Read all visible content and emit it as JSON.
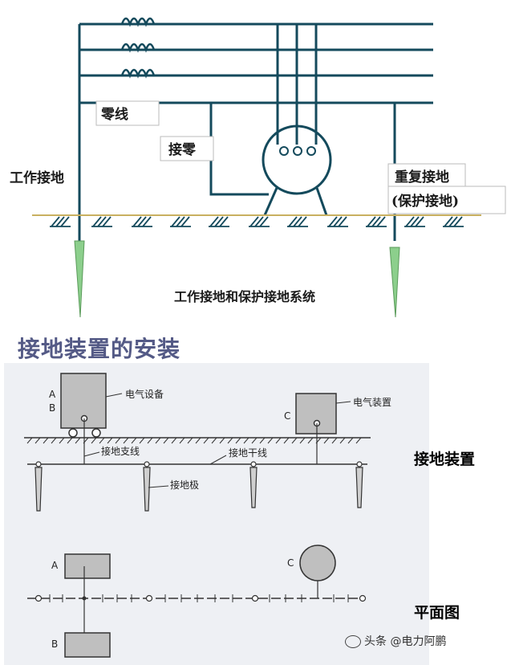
{
  "top_diagram": {
    "neutral_label": "零线",
    "neutral_connection_label": "接零",
    "working_ground_label": "工作接地",
    "repeat_ground_label": "重复接地",
    "protective_ground_label": "(保护接地)",
    "caption": "工作接地和保护接地系统"
  },
  "section_title": "接地装置的安装",
  "grounding_device": {
    "side_label": "接地装置",
    "phase_a": "A",
    "phase_b": "B",
    "phase_c": "C",
    "equipment_label": "电气设备",
    "device_label": "电气装置",
    "branch_line_label": "接地支线",
    "trunk_line_label": "接地干线",
    "electrode_label": "接地极"
  },
  "plan_view": {
    "side_label": "平面图",
    "phase_a": "A",
    "phase_b": "B",
    "phase_c": "C"
  },
  "watermark": {
    "text": "头条 @电力阿鹏"
  },
  "colors": {
    "conductor": "#144a5c",
    "ground_rod": "#8ccf8c",
    "title": "#545a86"
  }
}
